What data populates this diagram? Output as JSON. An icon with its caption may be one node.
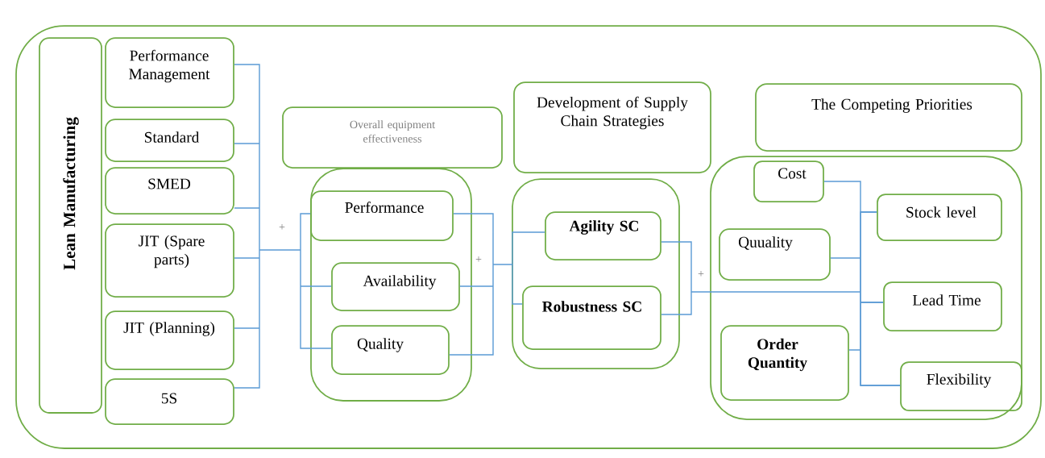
{
  "diagram": {
    "nodes": [
      {
        "text": [],
        "shape": "box"
      },
      {
        "text": [
          "Lean Manufacturing"
        ],
        "in": 0
      },
      {
        "text": [
          "Performance Management"
        ],
        "in": 0
      },
      {
        "text": [
          "Standard"
        ],
        "in": 0
      },
      {
        "text": [
          "SMED"
        ],
        "in": 0
      },
      {
        "text": [
          "JIT (Spare parts)"
        ],
        "in": 0
      },
      {
        "text": [
          "JIT (Planning)"
        ],
        "in": 0
      },
      {
        "text": [
          "5S"
        ],
        "in": 0
      },
      {
        "text": [
          "Overall equipment effectiveness"
        ],
        "in": 0
      },
      {
        "text": [],
        "shape": "box",
        "in": 0
      },
      {
        "text": [
          "Performance"
        ],
        "in": 9
      },
      {
        "text": [
          "Availability"
        ],
        "in": 9
      },
      {
        "text": [
          "Quality"
        ],
        "in": 9
      },
      {
        "text": [
          "Development of Supply Chain Strategies"
        ],
        "in": 0
      },
      {
        "text": [],
        "shape": "box",
        "in": 0
      },
      {
        "text": [
          "Agility SC"
        ],
        "in": 14
      },
      {
        "text": [
          "Robustness SC"
        ],
        "in": 14
      },
      {
        "text": [
          "The Competing Priorities"
        ],
        "in": 0
      },
      {
        "text": [],
        "shape": "box",
        "in": 0
      },
      {
        "text": [
          "Cost"
        ],
        "in": 18
      },
      {
        "text": [
          "Quuality"
        ],
        "in": 18
      },
      {
        "text": [
          "Order Quantity"
        ],
        "in": 18
      },
      {
        "text": [
          "Stock level"
        ],
        "in": 18
      },
      {
        "text": [
          "Lead Time"
        ],
        "in": 18
      },
      {
        "text": [
          "Flexibility"
        ],
        "in": 18
      }
    ],
    "edges": [
      {
        "from": 2,
        "to": 10,
        "arrow": "none"
      },
      {
        "from": 2,
        "to": 11,
        "arrow": "none"
      },
      {
        "from": 2,
        "to": 12,
        "arrow": "none"
      },
      {
        "from": 3,
        "to": 10,
        "arrow": "none"
      },
      {
        "from": 3,
        "to": 11,
        "arrow": "none"
      },
      {
        "from": 3,
        "to": 12,
        "arrow": "none"
      },
      {
        "from": 4,
        "to": 10,
        "arrow": "none"
      },
      {
        "from": 4,
        "to": 11,
        "arrow": "none"
      },
      {
        "from": 4,
        "to": 12,
        "arrow": "none"
      },
      {
        "from": 5,
        "to": 10,
        "arrow": "none"
      },
      {
        "from": 5,
        "to": 11,
        "arrow": "none"
      },
      {
        "from": 5,
        "to": 12,
        "arrow": "none"
      },
      {
        "from": 6,
        "to": 10,
        "arrow": "none"
      },
      {
        "from": 6,
        "to": 11,
        "arrow": "none"
      },
      {
        "from": 6,
        "to": 12,
        "arrow": "none"
      },
      {
        "from": 7,
        "to": 10,
        "arrow": "none"
      },
      {
        "from": 7,
        "to": 11,
        "arrow": "none"
      },
      {
        "from": 7,
        "to": 12,
        "arrow": "none"
      },
      {
        "from": 10,
        "to": 15,
        "arrow": "none"
      },
      {
        "from": 10,
        "to": 16,
        "arrow": "none"
      },
      {
        "from": 11,
        "to": 15,
        "arrow": "none"
      },
      {
        "from": 11,
        "to": 16,
        "arrow": "none"
      },
      {
        "from": 12,
        "to": 15,
        "arrow": "none"
      },
      {
        "from": 12,
        "to": 16,
        "arrow": "none"
      },
      {
        "from": 15,
        "to": 22,
        "arrow": "none"
      },
      {
        "from": 15,
        "to": 23,
        "arrow": "none"
      },
      {
        "from": 15,
        "to": 24,
        "arrow": "none"
      },
      {
        "from": 16,
        "to": 22,
        "arrow": "none"
      },
      {
        "from": 16,
        "to": 23,
        "arrow": "none"
      },
      {
        "from": 16,
        "to": 24,
        "arrow": "none"
      },
      {
        "from": 19,
        "to": 22,
        "arrow": "none"
      },
      {
        "from": 19,
        "to": 23,
        "arrow": "none"
      },
      {
        "from": 19,
        "to": 24,
        "arrow": "none"
      },
      {
        "from": 20,
        "to": 22,
        "arrow": "none"
      },
      {
        "from": 20,
        "to": 23,
        "arrow": "none"
      },
      {
        "from": 20,
        "to": 24,
        "arrow": "none"
      },
      {
        "from": 21,
        "to": 22,
        "arrow": "none"
      },
      {
        "from": 21,
        "to": 23,
        "arrow": "none"
      },
      {
        "from": 21,
        "to": 24,
        "arrow": "none"
      }
    ],
    "labels": [
      "+",
      "+",
      "+"
    ]
  }
}
